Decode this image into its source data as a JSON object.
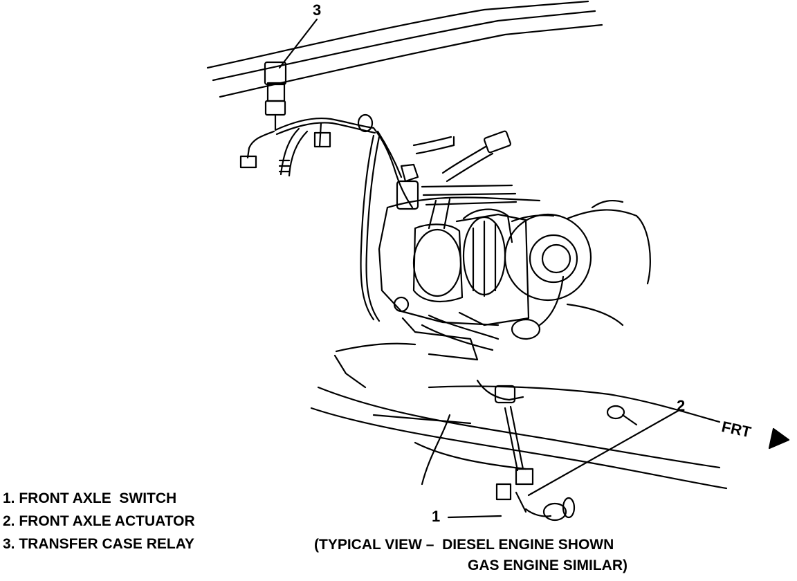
{
  "legend": [
    "1. FRONT AXLE  SWITCH",
    "2. FRONT AXLE ACTUATOR",
    "3. TRANSFER CASE RELAY"
  ],
  "callouts": {
    "c1": "1",
    "c2": "2",
    "c3": "3"
  },
  "direction": {
    "label": "FRT"
  },
  "caption": {
    "line1": "(TYPICAL VIEW –  DIESEL ENGINE SHOWN",
    "line2": "GAS ENGINE SIMILAR)"
  }
}
